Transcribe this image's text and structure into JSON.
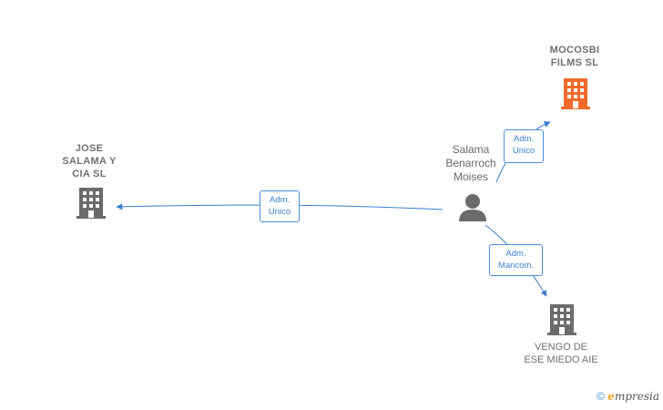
{
  "nodes": {
    "mocosbi": {
      "line1": "MOCOSBI",
      "line2": "FILMS SL"
    },
    "jose": {
      "line1": "JOSE",
      "line2": "SALAMA Y",
      "line3": "CIA SL"
    },
    "person": {
      "line1": "Salama",
      "line2": "Benarroch",
      "line3": "Moises"
    },
    "vengo": {
      "line1": "VENGO DE",
      "line2": "ESE MIEDO AIE"
    }
  },
  "edges": {
    "to_mocosbi": {
      "line1": "Adm.",
      "line2": "Unico"
    },
    "to_jose": {
      "line1": "Adm.",
      "line2": "Unico"
    },
    "to_vengo": {
      "line1": "Adm.",
      "line2": "Mancom."
    }
  },
  "footer": {
    "copyright": "©",
    "brand_first": "e",
    "brand_rest": "mpresia"
  },
  "colors": {
    "company": "#6b6b6b",
    "highlight_company": "#f26b2a",
    "edge": "#3a7fd0",
    "person": "#6b6b6b"
  },
  "icons": {
    "company": "building-icon",
    "person": "person-icon"
  }
}
